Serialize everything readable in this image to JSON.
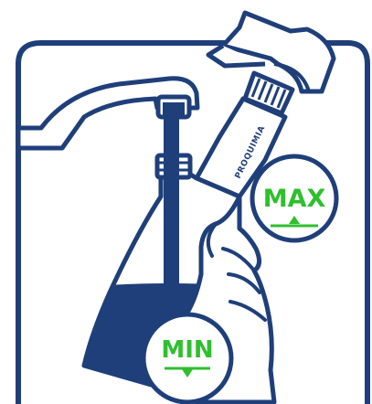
{
  "illustration": {
    "brand": "PROQUIMIA",
    "max_label": "MAX",
    "min_label": "MIN",
    "colors": {
      "navy": "#1f3f7a",
      "green": "#2fbf2f",
      "white": "#ffffff"
    },
    "icons": [
      "faucet-icon",
      "spray-bottle-icon",
      "hand-icon",
      "water-stream-icon",
      "fill-up-arrow-icon",
      "fill-down-arrow-icon"
    ]
  }
}
